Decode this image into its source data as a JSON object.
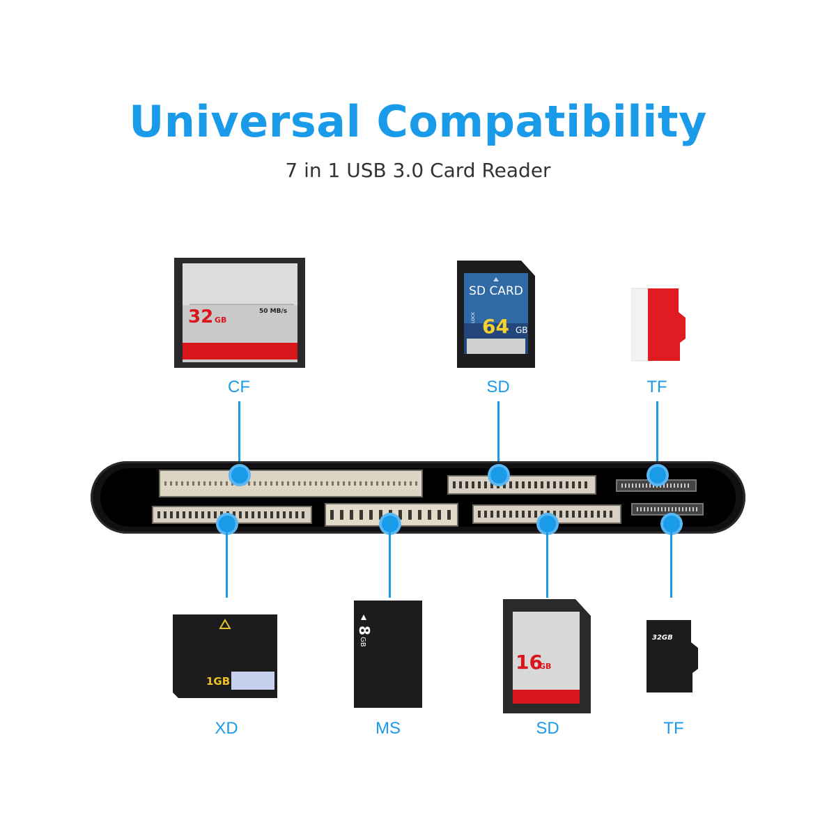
{
  "header": {
    "title": "Universal Compatibility",
    "subtitle": "7 in 1 USB 3.0 Card Reader"
  },
  "top_cards": [
    {
      "label": "CF",
      "capacity": "32",
      "unit": "GB",
      "speed": "50 MB/s"
    },
    {
      "label": "SD",
      "brand": "SD CARD",
      "capacity": "64",
      "unit": "GB",
      "lock": "LOCK"
    },
    {
      "label": "TF"
    }
  ],
  "bottom_cards": [
    {
      "label": "XD",
      "capacity": "1GB"
    },
    {
      "label": "MS",
      "capacity": "8",
      "unit": "GB"
    },
    {
      "label": "SD",
      "capacity": "16",
      "unit": "GB"
    },
    {
      "label": "TF",
      "capacity": "32GB"
    }
  ],
  "colors": {
    "accent": "#1a9bea",
    "reader": "#111113",
    "card_red": "#d9161c"
  }
}
